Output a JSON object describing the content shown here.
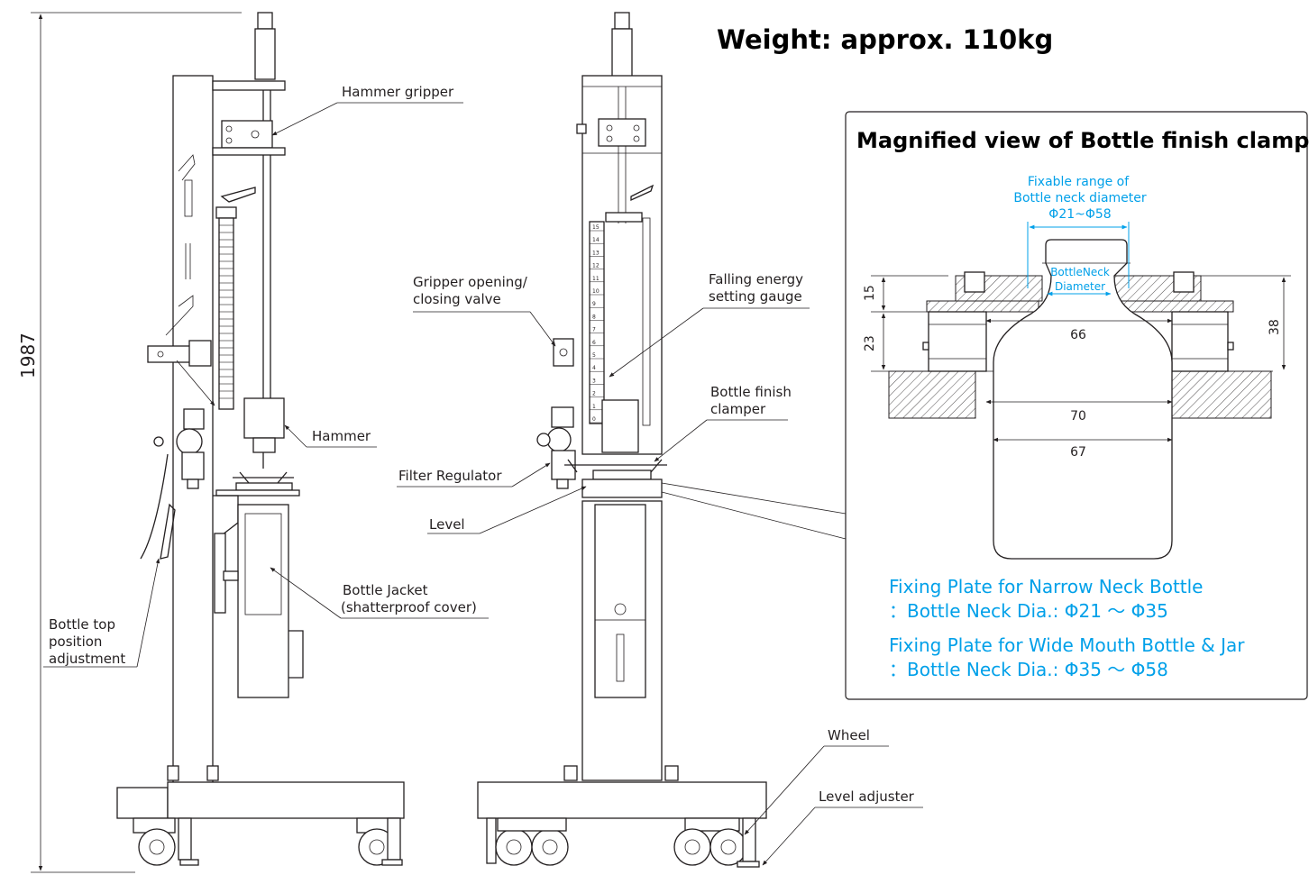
{
  "weight": "Weight: approx. 110kg",
  "height_dim": "1987",
  "labels": {
    "hammer_gripper": "Hammer gripper",
    "hammer": "Hammer",
    "bottle_top_1": "Bottle top",
    "bottle_top_2": "position",
    "bottle_top_3": "adjustment",
    "jacket_1": "Bottle Jacket",
    "jacket_2": "(shatterproof cover)",
    "gripper_valve_1": "Gripper opening/",
    "gripper_valve_2": "closing valve",
    "falling_1": "Falling energy",
    "falling_2": "setting gauge",
    "clamper_1": "Bottle finish",
    "clamper_2": "clamper",
    "filter": "Filter Regulator",
    "level": "Level",
    "wheel": "Wheel",
    "level_adjuster": "Level adjuster"
  },
  "gauge_ticks": [
    "15",
    "14",
    "13",
    "12",
    "11",
    "10",
    "9",
    "8",
    "7",
    "6",
    "5",
    "4",
    "3",
    "2",
    "1",
    "0"
  ],
  "magnified": {
    "title": "Magnified view of Bottle finish clamper",
    "range_1": "Fixable range of",
    "range_2": "Bottle neck diameter",
    "range_3": "Φ21~Φ58",
    "neck_1": "BottleNeck",
    "neck_2": "Diameter",
    "dim_15": "15",
    "dim_23": "23",
    "dim_38": "38",
    "dim_66": "66",
    "dim_70": "70",
    "dim_67": "67",
    "narrow_1": "Fixing Plate for Narrow Neck Bottle",
    "narrow_2": "：Bottle Neck Dia.: Φ21 ～ Φ35",
    "wide_1": "Fixing Plate for Wide Mouth Bottle & Jar",
    "wide_2": "：Bottle Neck Dia.: Φ35 ～ Φ58"
  },
  "colors": {
    "accent": "#00a0e9",
    "line": "#231f20"
  }
}
